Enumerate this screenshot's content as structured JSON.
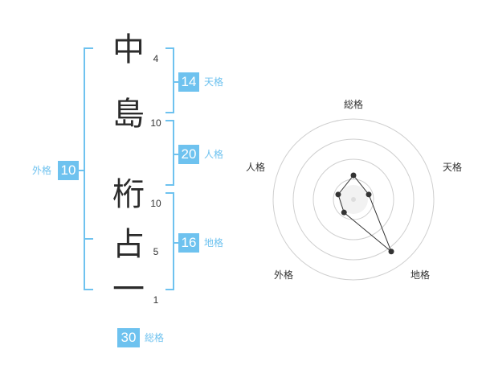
{
  "colors": {
    "accent": "#6ec2ef",
    "text": "#2b2b2b",
    "radar_line": "#333333",
    "ring": "#cfcfcf"
  },
  "name": {
    "chars": [
      {
        "char": "中",
        "strokes": "4"
      },
      {
        "char": "島",
        "strokes": "10"
      },
      {
        "char": "桁",
        "strokes": "10"
      },
      {
        "char": "占",
        "strokes": "5"
      },
      {
        "char": "一",
        "strokes": "1"
      }
    ]
  },
  "kakusu": {
    "tenkaku": {
      "value": "14",
      "label": "天格"
    },
    "jinkaku": {
      "value": "20",
      "label": "人格"
    },
    "chikaku": {
      "value": "16",
      "label": "地格"
    },
    "gaikaku": {
      "value": "10",
      "label": "外格"
    },
    "soukaku": {
      "value": "30",
      "label": "総格"
    }
  },
  "chart_data": {
    "type": "radar",
    "categories": [
      "総格",
      "天格",
      "地格",
      "外格",
      "人格"
    ],
    "values": [
      1.5,
      1,
      4,
      1,
      1
    ],
    "rmax": 5,
    "rings": 4
  }
}
